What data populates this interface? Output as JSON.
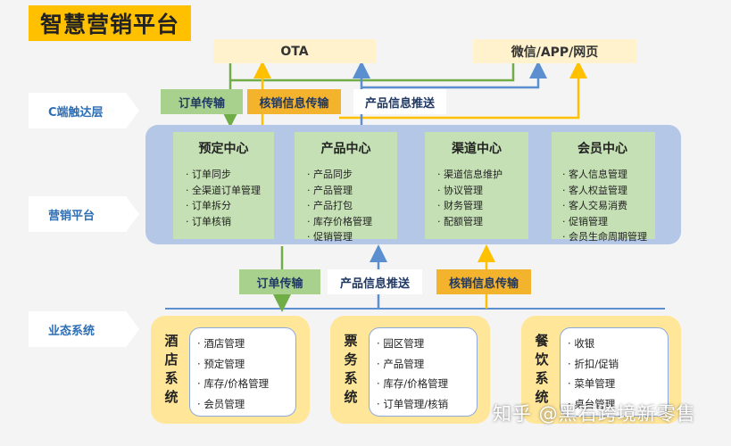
{
  "title": "智慧营销平台",
  "top": {
    "ota": "OTA",
    "wechat": "微信/APP/网页"
  },
  "layers": {
    "c_end": "C端触达层",
    "marketing": "营销平台",
    "business": "业态系统"
  },
  "flow_tags": {
    "order_transfer": "订单传输",
    "redeem_transfer": "核销信息传输",
    "product_push": "产品信息推送"
  },
  "centers": [
    {
      "title": "预定中心",
      "items": [
        "订单同步",
        "全渠道订单管理",
        "订单拆分",
        "订单核销"
      ]
    },
    {
      "title": "产品中心",
      "items": [
        "产品同步",
        "产品管理",
        "产品打包",
        "库存价格管理",
        "促销管理"
      ]
    },
    {
      "title": "渠道中心",
      "items": [
        "渠道信息维护",
        "协议管理",
        "财务管理",
        "配额管理"
      ]
    },
    {
      "title": "会员中心",
      "items": [
        "客人信息管理",
        "客人权益管理",
        "客人交易消费",
        "促销管理",
        "会员生命周期管理"
      ]
    }
  ],
  "systems": [
    {
      "label": "酒店系统",
      "items": [
        "酒店管理",
        "预定管理",
        "库存/价格管理",
        "会员管理"
      ]
    },
    {
      "label": "票务系统",
      "items": [
        "园区管理",
        "产品管理",
        "库存/价格管理",
        "订单管理/核销"
      ]
    },
    {
      "label": "餐饮系统",
      "items": [
        "收银",
        "折扣/促销",
        "菜单管理",
        "桌台管理"
      ]
    }
  ],
  "watermark": "知乎 @黑石跨境新零售",
  "colors": {
    "accent": "#ffc000",
    "green": "#a9d18e",
    "orange": "#f4b32c",
    "blue": "#2e6eb5",
    "arrow_blue": "#5b8fd0",
    "arrow_green": "#70ad47",
    "arrow_yellow": "#ffc000"
  }
}
